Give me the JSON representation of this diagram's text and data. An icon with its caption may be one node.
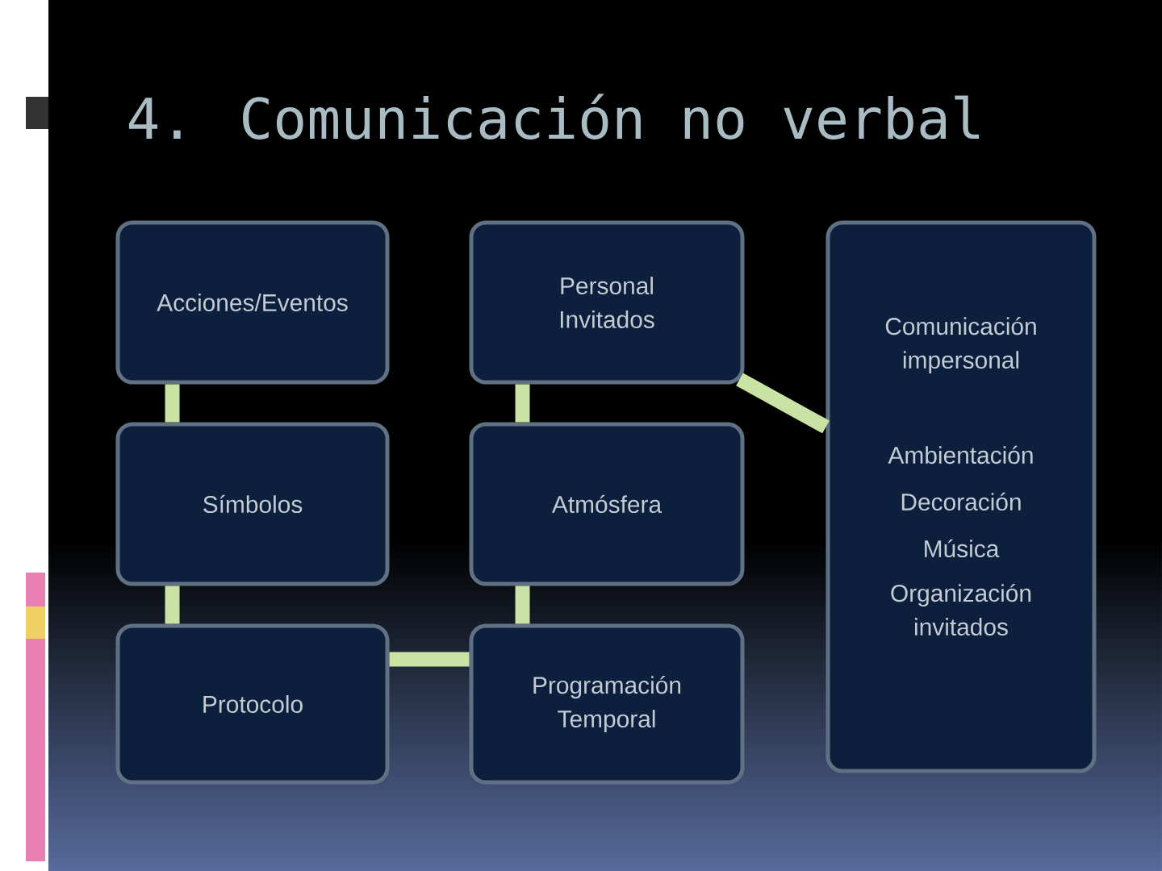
{
  "diagram": {
    "title": "4. Comunicación no verbal",
    "nodes": [
      {
        "text": [
          "Acciones/Eventos"
        ]
      },
      {
        "text": [
          "Símbolos"
        ]
      },
      {
        "text": [
          "Protocolo"
        ]
      },
      {
        "text": [
          "Personal Invitados"
        ]
      },
      {
        "text": [
          "Atmósfera"
        ]
      },
      {
        "text": [
          "Programación Temporal"
        ]
      },
      {
        "text": [
          "Comunicación impersonal",
          "Ambientación",
          "Decoración",
          "Música",
          "Organización invitados"
        ]
      }
    ],
    "edges": [
      {
        "from": 0,
        "to": 1,
        "arrow": "none"
      },
      {
        "from": 1,
        "to": 2,
        "arrow": "none"
      },
      {
        "from": 3,
        "to": 4,
        "arrow": "none"
      },
      {
        "from": 4,
        "to": 5,
        "arrow": "none"
      },
      {
        "from": 2,
        "to": 5,
        "arrow": "none"
      },
      {
        "from": 3,
        "to": 6,
        "arrow": "none"
      }
    ]
  }
}
